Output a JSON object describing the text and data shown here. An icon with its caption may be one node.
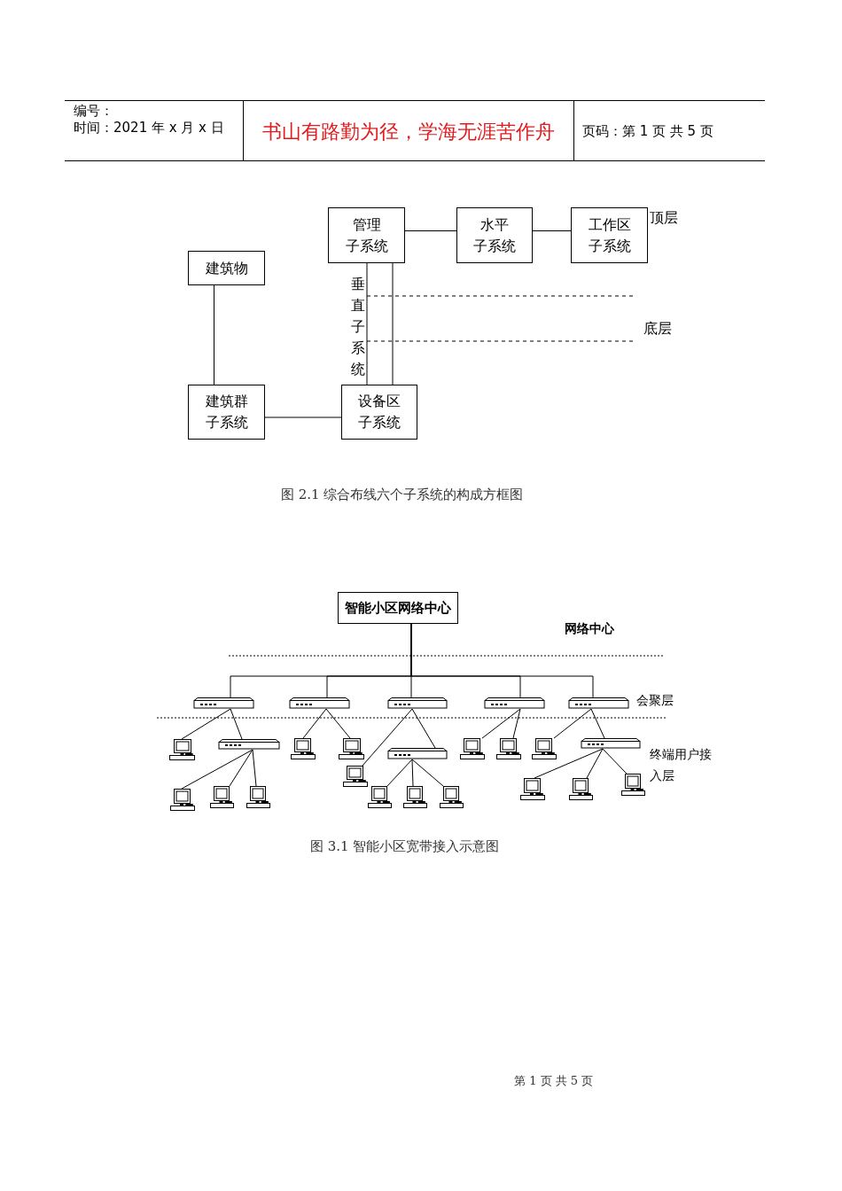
{
  "diagram": {
    "nodes": [
      {
        "text": [
          "管理子系统"
        ]
      },
      {
        "text": [
          "水平子系统"
        ]
      },
      {
        "text": [
          "工作区子系统"
        ]
      },
      {
        "text": [
          "建筑物"
        ]
      },
      {
        "text": [
          "建筑群子系统"
        ]
      },
      {
        "text": [
          "设备区子系统"
        ]
      },
      {
        "text": [
          "智能小区网络中心"
        ]
      },
      {
        "text": [],
        "shape": "switch"
      },
      {
        "text": [],
        "shape": "switch"
      },
      {
        "text": [],
        "shape": "switch"
      },
      {
        "text": [],
        "shape": "switch"
      },
      {
        "text": [],
        "shape": "switch"
      },
      {
        "text": [],
        "shape": "computer"
      },
      {
        "text": [],
        "shape": "switch"
      },
      {
        "text": [],
        "shape": "computer"
      },
      {
        "text": [],
        "shape": "computer"
      },
      {
        "text": [],
        "shape": "computer"
      },
      {
        "text": [],
        "shape": "switch"
      },
      {
        "text": [],
        "shape": "computer"
      },
      {
        "text": [],
        "shape": "computer"
      },
      {
        "text": [],
        "shape": "computer"
      },
      {
        "text": [],
        "shape": "switch"
      },
      {
        "text": [],
        "shape": "computer"
      },
      {
        "text": [],
        "shape": "computer"
      },
      {
        "text": [],
        "shape": "computer"
      },
      {
        "text": [],
        "shape": "computer"
      },
      {
        "text": [],
        "shape": "computer"
      },
      {
        "text": [],
        "shape": "computer"
      },
      {
        "text": [],
        "shape": "computer"
      },
      {
        "text": [],
        "shape": "computer"
      },
      {
        "text": [],
        "shape": "computer"
      }
    ],
    "edges": [
      {
        "from": 0,
        "to": 1,
        "arrow": "none"
      },
      {
        "from": 1,
        "to": 2,
        "arrow": "none"
      },
      {
        "from": 0,
        "to": 5,
        "arrow": "none",
        "label": "垂直子系统"
      },
      {
        "from": 0,
        "to": 5,
        "arrow": "none"
      },
      {
        "from": 3,
        "to": 4,
        "arrow": "none"
      },
      {
        "from": 4,
        "to": 5,
        "arrow": "none"
      },
      {
        "from": 6,
        "to": 7,
        "arrow": "none"
      },
      {
        "from": 6,
        "to": 8,
        "arrow": "none"
      },
      {
        "from": 6,
        "to": 9,
        "arrow": "none"
      },
      {
        "from": 6,
        "to": 10,
        "arrow": "none"
      },
      {
        "from": 6,
        "to": 11,
        "arrow": "none"
      },
      {
        "from": 7,
        "to": 12,
        "arrow": "none"
      },
      {
        "from": 7,
        "to": 13,
        "arrow": "none"
      },
      {
        "from": 13,
        "to": 22,
        "arrow": "none"
      },
      {
        "from": 13,
        "to": 23,
        "arrow": "none"
      },
      {
        "from": 13,
        "to": 24,
        "arrow": "none"
      },
      {
        "from": 8,
        "to": 14,
        "arrow": "none"
      },
      {
        "from": 8,
        "to": 15,
        "arrow": "none"
      },
      {
        "from": 9,
        "to": 16,
        "arrow": "none"
      },
      {
        "from": 9,
        "to": 17,
        "arrow": "none"
      },
      {
        "from": 17,
        "to": 25,
        "arrow": "none"
      },
      {
        "from": 17,
        "to": 26,
        "arrow": "none"
      },
      {
        "from": 17,
        "to": 27,
        "arrow": "none"
      },
      {
        "from": 10,
        "to": 18,
        "arrow": "none"
      },
      {
        "from": 10,
        "to": 19,
        "arrow": "none"
      },
      {
        "from": 11,
        "to": 20,
        "arrow": "none"
      },
      {
        "from": 11,
        "to": 21,
        "arrow": "none"
      },
      {
        "from": 21,
        "to": 28,
        "arrow": "none"
      },
      {
        "from": 21,
        "to": 29,
        "arrow": "none"
      },
      {
        "from": 21,
        "to": 30,
        "arrow": "none"
      }
    ],
    "labels": [
      "编号：",
      "时间：2021 年 x 月 x 日",
      "书山有路勤为径，学海无涯苦作舟",
      "页码：第 1 页 共 5 页",
      "顶层",
      "底层",
      "图 2.1 综合布线六个子系统的构成方框图",
      "网络中心",
      "会聚层",
      "终端用户接入层",
      "图 3.1 智能小区宽带接入示意图",
      "第 1 页 共 5 页"
    ]
  }
}
